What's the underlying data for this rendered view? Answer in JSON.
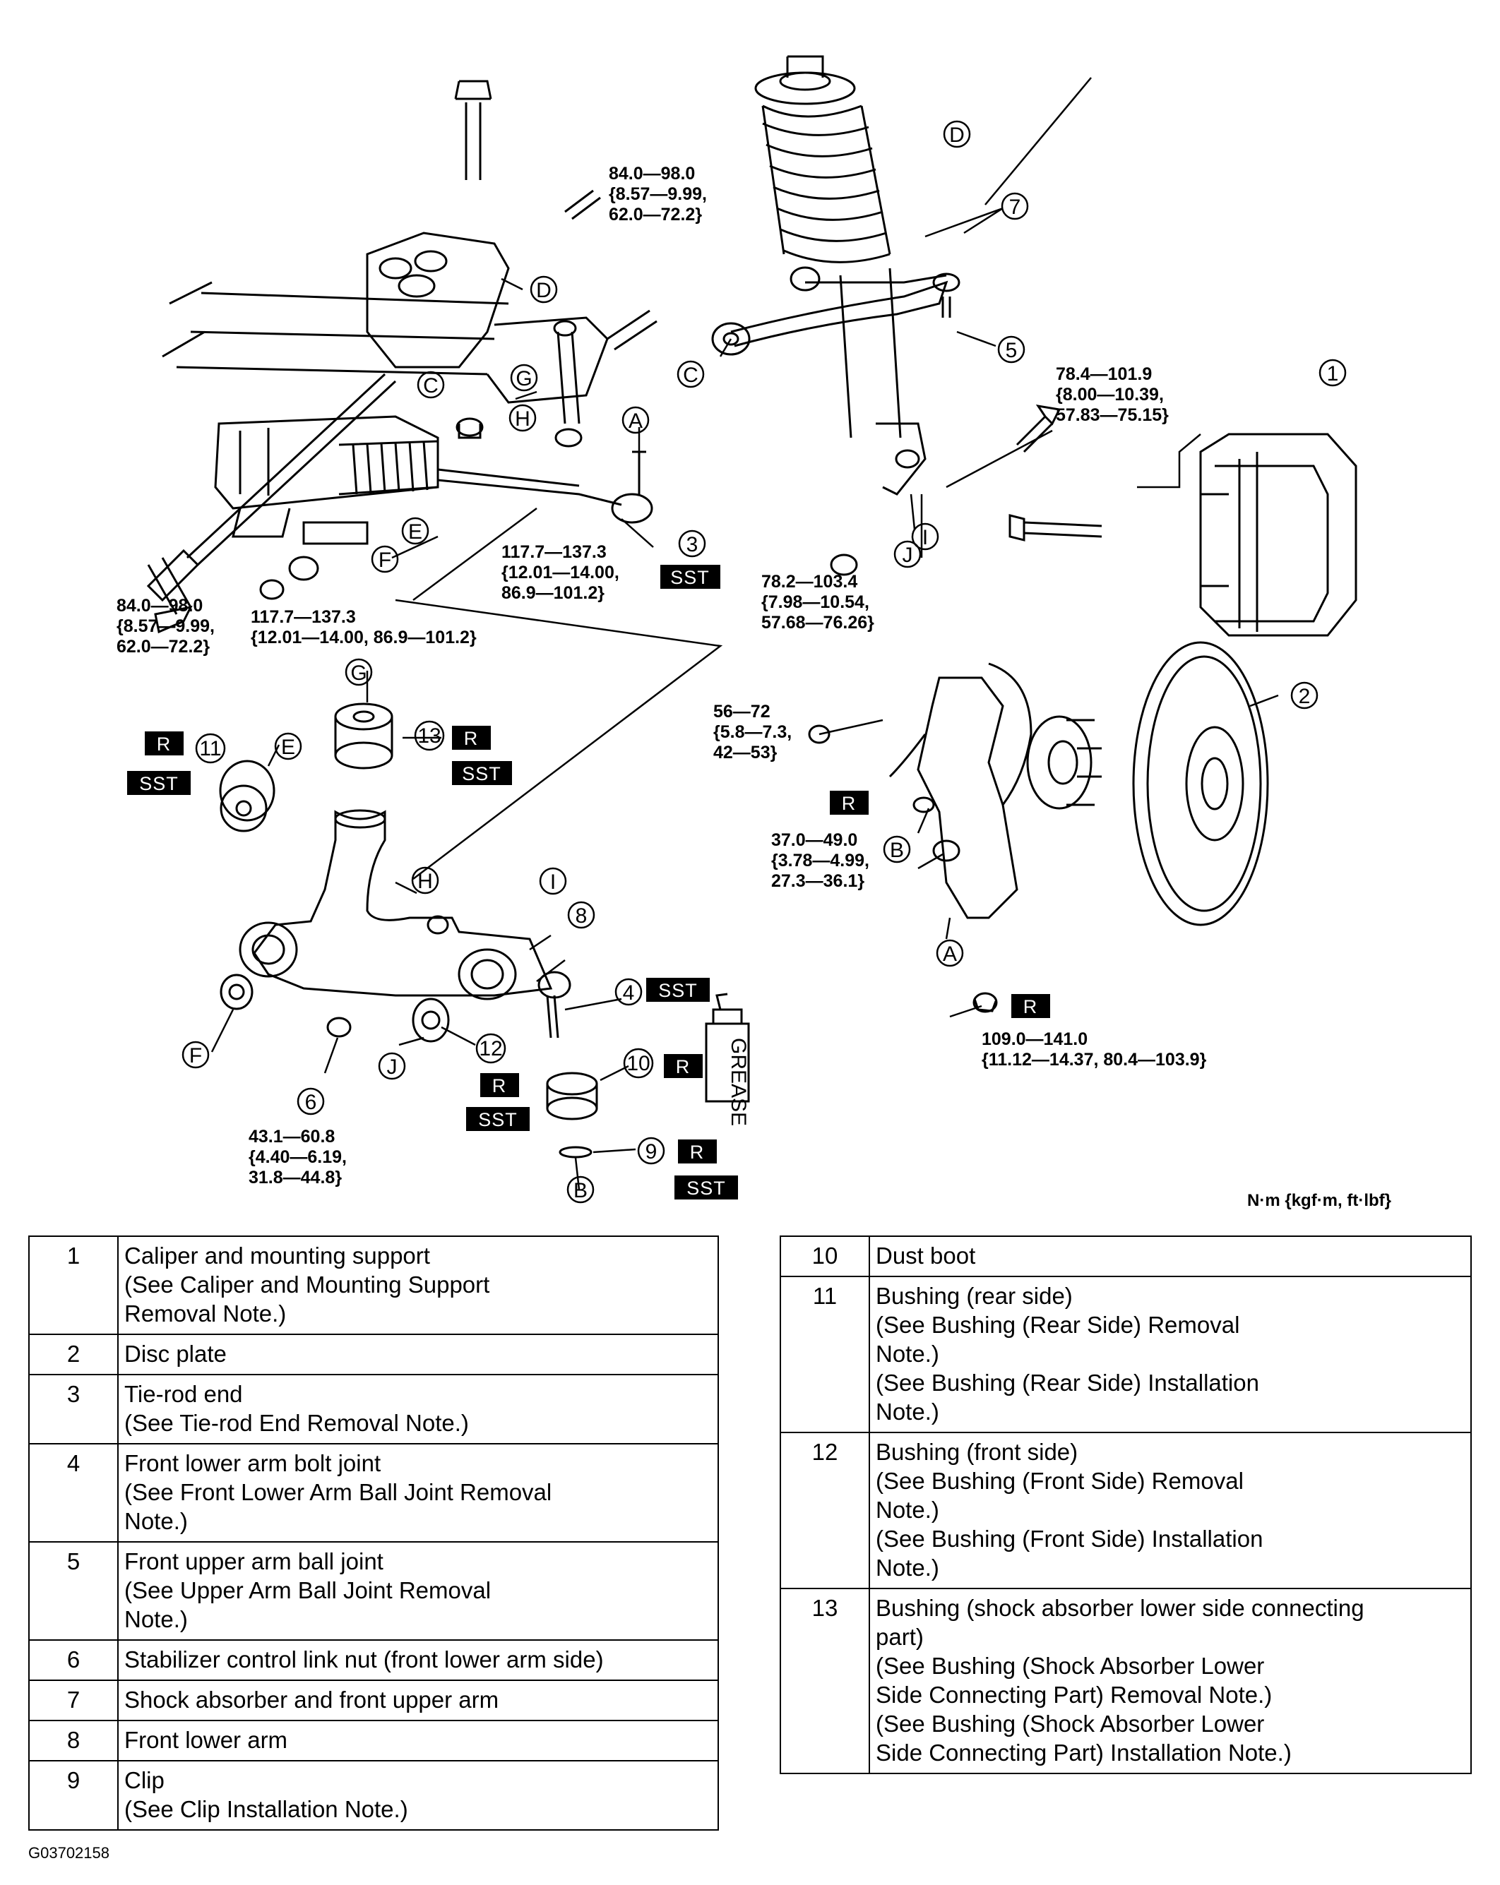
{
  "diagram": {
    "torques": {
      "t1": [
        "84.0—98.0",
        "{8.57—9.99,",
        "62.0—72.2}"
      ],
      "t2": [
        "84.0—98.0",
        "{8.57—9.99,",
        "62.0—72.2}"
      ],
      "t3": [
        "117.7—137.3",
        "{12.01—14.00,",
        "86.9—101.2}"
      ],
      "t4": [
        "117.7—137.3",
        "{12.01—14.00, 86.9—101.2}"
      ],
      "t5": [
        "78.4—101.9",
        "{8.00—10.39,",
        "57.83—75.15}"
      ],
      "t6": [
        "78.2—103.4",
        "{7.98—10.54,",
        "57.68—76.26}"
      ],
      "t7": [
        "56—72",
        "{5.8—7.3,",
        "42—53}"
      ],
      "t8": [
        "37.0—49.0",
        "{3.78—4.99,",
        "27.3—36.1}"
      ],
      "t9": [
        "109.0—141.0",
        "{11.12—14.37, 80.4—103.9}"
      ],
      "t10": [
        "43.1—60.8",
        "{4.40—6.19,",
        "31.8—44.8}"
      ]
    },
    "tags": {
      "sst": "SST",
      "r": "R"
    },
    "grease_label": "GREASE",
    "callouts": {
      "n1": "1",
      "n2": "2",
      "n3": "3",
      "n4": "4",
      "n5": "5",
      "n6": "6",
      "n7": "7",
      "n8": "8",
      "n9": "9",
      "n10": "10",
      "n11": "11",
      "n12": "12",
      "n13": "13",
      "A": "A",
      "B": "B",
      "C": "C",
      "D": "D",
      "E": "E",
      "F": "F",
      "G": "G",
      "H": "H",
      "I": "I",
      "J": "J"
    },
    "units": "N·m {kgf·m, ft·lbf}"
  },
  "parts_left": [
    {
      "num": "1",
      "lines": [
        "Caliper and mounting support",
        "(See Caliper and Mounting Support",
        "Removal Note.)"
      ]
    },
    {
      "num": "2",
      "lines": [
        "Disc plate"
      ]
    },
    {
      "num": "3",
      "lines": [
        "Tie-rod end",
        "(See Tie-rod End Removal Note.)"
      ]
    },
    {
      "num": "4",
      "lines": [
        "Front lower arm bolt joint",
        "(See Front Lower Arm Ball Joint Removal",
        "Note.)"
      ]
    },
    {
      "num": "5",
      "lines": [
        "Front upper arm ball joint",
        "(See Upper Arm Ball Joint Removal",
        "Note.)"
      ]
    },
    {
      "num": "6",
      "lines": [
        "Stabilizer control link nut (front lower arm side)"
      ]
    },
    {
      "num": "7",
      "lines": [
        "Shock absorber and front upper arm"
      ]
    },
    {
      "num": "8",
      "lines": [
        "Front lower arm"
      ]
    },
    {
      "num": "9",
      "lines": [
        "Clip",
        "(See  Clip Installation Note.)"
      ]
    }
  ],
  "parts_right": [
    {
      "num": "10",
      "lines": [
        "Dust boot"
      ]
    },
    {
      "num": "11",
      "lines": [
        "Bushing (rear side)",
        "(See Bushing (Rear Side) Removal",
        "Note.)",
        "(See Bushing (Rear Side) Installation",
        "Note.)"
      ]
    },
    {
      "num": "12",
      "lines": [
        "Bushing (front side)",
        "(See  Bushing (Front Side) Removal",
        "Note.)",
        "(See  Bushing (Front Side) Installation",
        "Note.)"
      ]
    },
    {
      "num": "13",
      "lines": [
        "Bushing (shock absorber lower side connecting",
        "part)",
        "(See Bushing (Shock Absorber Lower",
        "Side Connecting Part) Removal Note.)",
        "(See Bushing (Shock Absorber Lower",
        "Side Connecting Part) Installation Note.)"
      ]
    }
  ],
  "figure_id": "G03702158"
}
